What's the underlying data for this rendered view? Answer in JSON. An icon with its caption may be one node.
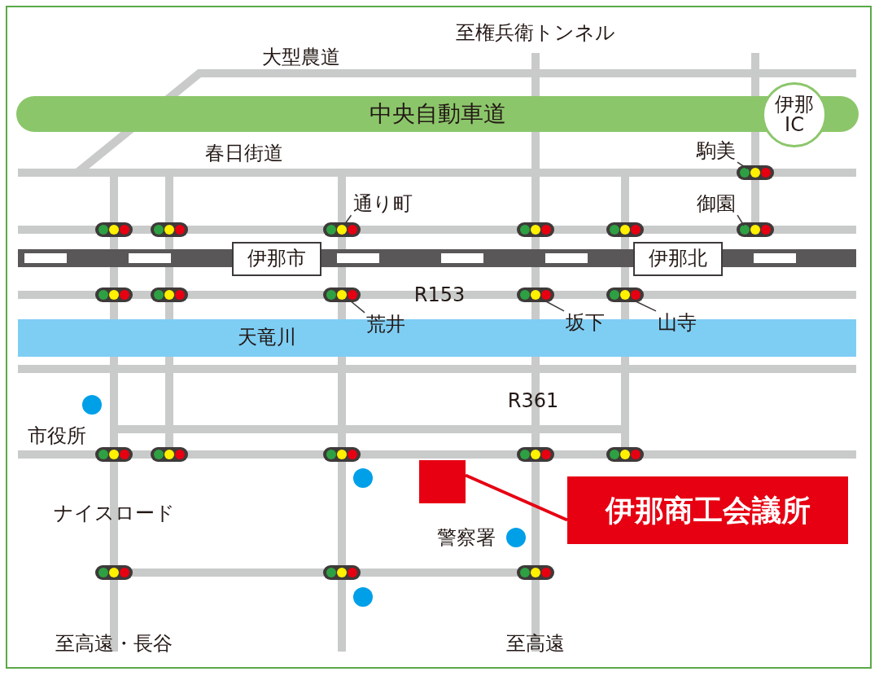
{
  "diagram": {
    "nodes": [
      {
        "text": [
          "中央自動車道"
        ]
      },
      {
        "text": [
          "伊那IC"
        ]
      },
      {
        "text": [
          "伊那市"
        ]
      },
      {
        "text": [
          "伊那北"
        ]
      },
      {
        "text": [
          "天竜川"
        ]
      },
      {
        "text": [],
        "shape": "box"
      },
      {
        "text": [
          "伊那商工会議所"
        ]
      },
      {
        "text": [
          "駒美"
        ]
      },
      {
        "text": [
          "御園"
        ]
      },
      {
        "text": [
          "通り町"
        ]
      },
      {
        "text": [
          "荒井"
        ]
      },
      {
        "text": [
          "坂下"
        ]
      },
      {
        "text": [
          "山寺"
        ]
      }
    ],
    "edges": [
      {
        "from": 6,
        "to": 5,
        "arrow": "none",
        "color": "#e60012",
        "style": "thick"
      },
      {
        "from": 7,
        "to": null,
        "arrow": "none"
      },
      {
        "from": 8,
        "to": null,
        "arrow": "none"
      },
      {
        "from": 9,
        "to": null,
        "arrow": "none"
      },
      {
        "from": 10,
        "to": null,
        "arrow": "none"
      },
      {
        "from": 11,
        "to": null,
        "arrow": "none"
      },
      {
        "from": 12,
        "to": null,
        "arrow": "none"
      }
    ],
    "labels": [
      "至権兵衛トンネル",
      "大型農道",
      "春日街道",
      "R153",
      "R361",
      "市役所",
      "ナイスロード",
      "警察署",
      "至高遠・長谷",
      "至高遠"
    ]
  }
}
